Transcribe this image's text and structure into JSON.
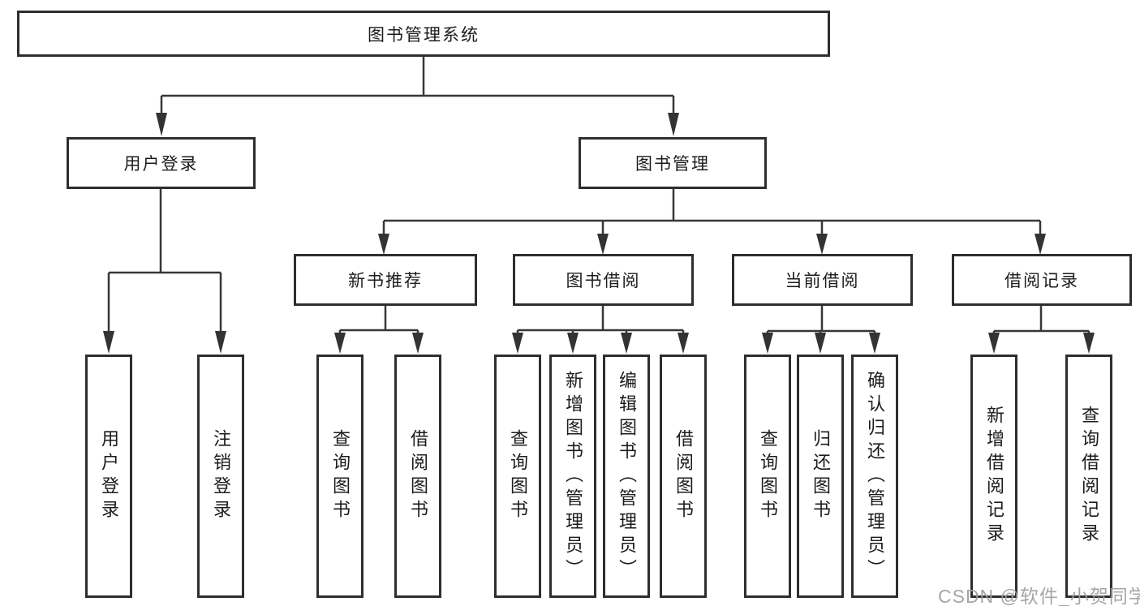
{
  "diagram_title": "图书管理系统",
  "tree": {
    "label": "图书管理系统",
    "children": [
      {
        "label": "用户登录",
        "children": [
          {
            "label": "用户登录"
          },
          {
            "label": "注销登录"
          }
        ]
      },
      {
        "label": "图书管理",
        "children": [
          {
            "label": "新书推荐",
            "children": [
              {
                "label": "查询图书"
              },
              {
                "label": "借阅图书"
              }
            ]
          },
          {
            "label": "图书借阅",
            "children": [
              {
                "label": "查询图书"
              },
              {
                "label": "新增图书（管理员）"
              },
              {
                "label": "编辑图书（管理员）"
              },
              {
                "label": "借阅图书"
              }
            ]
          },
          {
            "label": "当前借阅",
            "children": [
              {
                "label": "查询图书"
              },
              {
                "label": "归还图书"
              },
              {
                "label": "确认归还（管理员）"
              }
            ]
          },
          {
            "label": "借阅记录",
            "children": [
              {
                "label": "新增借阅记录"
              },
              {
                "label": "查询借阅记录"
              }
            ]
          }
        ]
      }
    ]
  },
  "watermark": {
    "text": "CSDN @软件_小贺同学"
  },
  "colors": {
    "background": "#ffffff",
    "box_border": "#2e2e2e",
    "connector_line": "#373737",
    "text": "#1c1c1c",
    "watermark": "#9e9e9e"
  }
}
